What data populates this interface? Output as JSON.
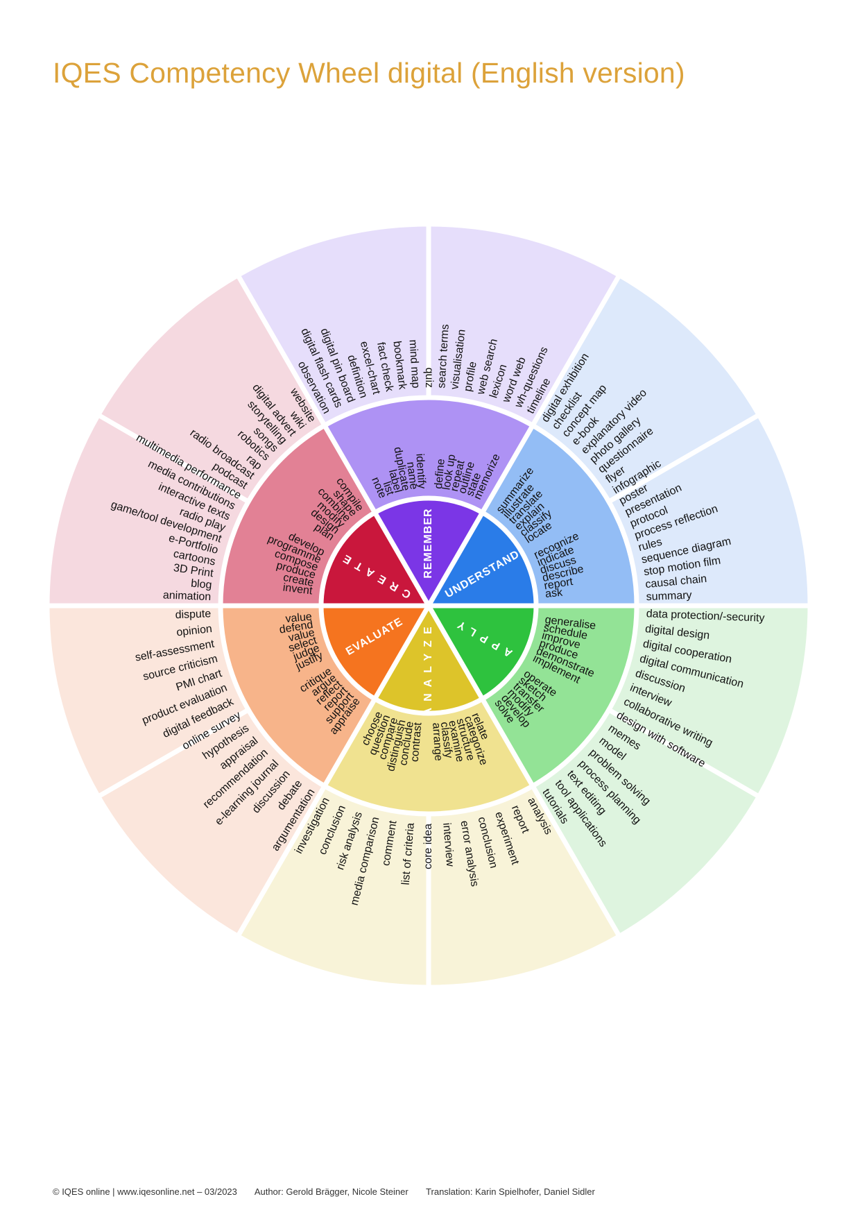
{
  "title": "IQES Competency Wheel digital (English version)",
  "footer": {
    "copyright": "© IQES online | www.iqesonline.net – 03/2023",
    "authors": "Author: Gerold Brägger, Nicole Steiner",
    "translation": "Translation: Karin Spielhofer, Daniel Sidler"
  },
  "segments": [
    {
      "id": "remember",
      "label": "REMEMBER",
      "colors": {
        "core": "#7B36E6",
        "middle": "#AE92F4",
        "outer": "#E6DEFB"
      },
      "verbs": [
        "note",
        "list",
        "label",
        "duplicate",
        "name",
        "identify",
        "define",
        "look up",
        "repeat",
        "outline",
        "state",
        "memorize"
      ],
      "products": [
        "observation",
        "digital flash cards",
        "digital pin board",
        "definition",
        "excel-chart",
        "fact check",
        "bookmark",
        "mind map",
        "quiz",
        "search terms",
        "visualisation",
        "profile",
        "web search",
        "lexicon",
        "word web",
        "wh-questions",
        "timeline"
      ]
    },
    {
      "id": "understand",
      "label": "UNDERSTAND",
      "colors": {
        "core": "#2A7CE8",
        "middle": "#93BDF5",
        "outer": "#DDE9FB"
      },
      "verbs": [
        "summarize",
        "illustrate",
        "translate",
        "explain",
        "classify",
        "locate",
        "recognize",
        "indicate",
        "discuss",
        "describe",
        "report",
        "ask"
      ],
      "products": [
        "digital exhibition",
        "checklist",
        "concept map",
        "e-book",
        "explanatory video",
        "photo gallery",
        "questionnaire",
        "flyer",
        "infographic",
        "poster",
        "presentation",
        "protocol",
        "process reflection",
        "rules",
        "sequence diagram",
        "stop motion film",
        "causal chain",
        "summary"
      ]
    },
    {
      "id": "apply",
      "label": "APPLY",
      "colors": {
        "core": "#2EC23E",
        "middle": "#93E396",
        "outer": "#DEF4DF"
      },
      "verbs": [
        "generalise",
        "schedule",
        "improve",
        "produce",
        "demonstrate",
        "implement",
        "operate",
        "sketch",
        "transfer",
        "modify",
        "develop",
        "solve"
      ],
      "products": [
        "data protection/-security",
        "digital design",
        "digital cooperation",
        "digital communication",
        "discussion",
        "interview",
        "collaborative writing",
        "design with software",
        "memes",
        "model",
        "problem solving",
        "process planning",
        "text editing",
        "tool applications",
        "tutorials"
      ]
    },
    {
      "id": "analyze",
      "label": "ANALYZE",
      "colors": {
        "core": "#DDC42A",
        "middle": "#F0E290",
        "outer": "#F8F3D8"
      },
      "verbs": [
        "relate",
        "categorize",
        "structure",
        "examine",
        "classify",
        "arrange",
        "contrast",
        "conclude",
        "distinguish",
        "compare",
        "question",
        "choose"
      ],
      "products": [
        "analysis",
        "report",
        "experiment",
        "conclusion",
        "error analysis",
        "interview",
        "core idea",
        "list of criteria",
        "comment",
        "media comparison",
        "risk analysis",
        "conclusion",
        "investigation"
      ]
    },
    {
      "id": "evaluate",
      "label": "EVALUATE",
      "colors": {
        "core": "#F5741F",
        "middle": "#F7B48A",
        "outer": "#FBE6DC"
      },
      "verbs": [
        "appraise",
        "support",
        "report",
        "reflect",
        "argue",
        "critique",
        "justify",
        "judge",
        "select",
        "value",
        "defend",
        "value"
      ],
      "products": [
        "argumentation",
        "debate",
        "discussion",
        "e-learning journal",
        "recommendation",
        "appraisal",
        "hypothesis",
        "online survey",
        "digital feedback",
        "product evaluation",
        "PMI chart",
        "source criticism",
        "self-assessment",
        "opinion",
        "dispute"
      ]
    },
    {
      "id": "create",
      "label": "CREATE",
      "colors": {
        "core": "#C9173C",
        "middle": "#E28195",
        "outer": "#F5D9E0"
      },
      "verbs": [
        "invent",
        "create",
        "produce",
        "compose",
        "programme",
        "develop",
        "plan",
        "design",
        "modify",
        "combine",
        "shape",
        "compile"
      ],
      "products": [
        "animation",
        "blog",
        "3D Print",
        "cartoons",
        "e-Portfolio",
        "game/tool development",
        "radio play",
        "interactive texts",
        "media contributions",
        "multimedia performance",
        "podcast",
        "radio broadcast",
        "rap",
        "robotics",
        "songs",
        "storytelling",
        "digital advert",
        "wiki",
        "website"
      ]
    }
  ]
}
